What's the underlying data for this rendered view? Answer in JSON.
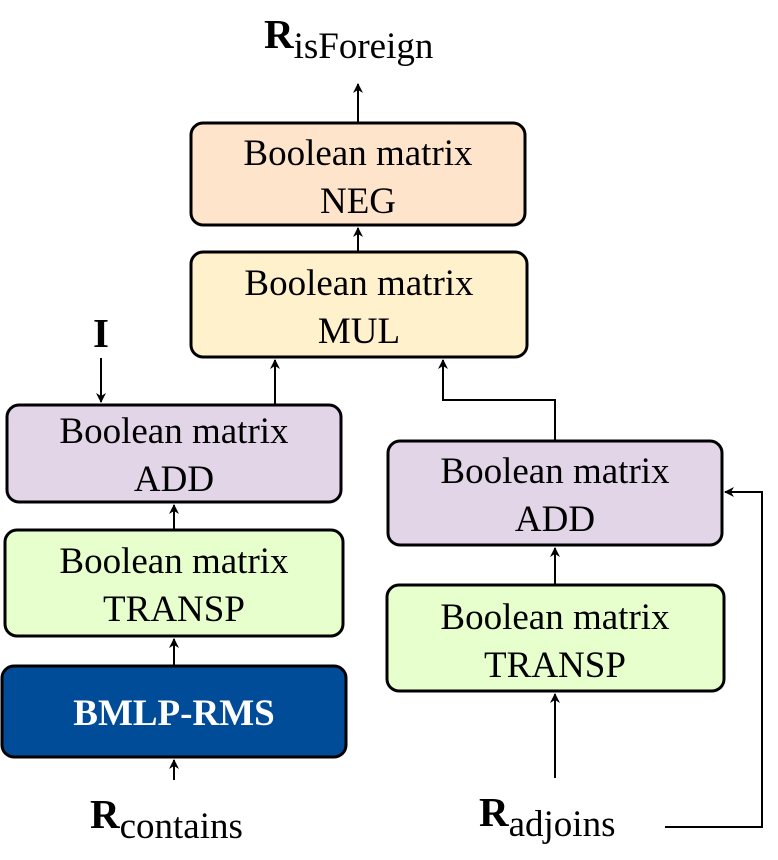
{
  "colors": {
    "neg_fill": "#ffe4cc",
    "mul_fill": "#fff1cc",
    "add_fill": "#e1d5e7",
    "transp_fill": "#e6ffcc",
    "bmlp_fill": "#004c99",
    "bmlp_text": "#ffffff"
  },
  "outputs": {
    "isForeign": {
      "main": "R",
      "sub": "isForeign"
    }
  },
  "inputs": {
    "identity": {
      "main": "I"
    },
    "contains": {
      "main": "R",
      "sub": "contains"
    },
    "adjoins": {
      "main": "R",
      "sub": "adjoins"
    }
  },
  "nodes": {
    "neg": {
      "line1": "Boolean matrix",
      "line2": "NEG"
    },
    "mul": {
      "line1": "Boolean matrix",
      "line2": "MUL"
    },
    "add_left": {
      "line1": "Boolean matrix",
      "line2": "ADD"
    },
    "transp_left": {
      "line1": "Boolean matrix",
      "line2": "TRANSP"
    },
    "bmlp": {
      "label": "BMLP-RMS"
    },
    "add_right": {
      "line1": "Boolean matrix",
      "line2": "ADD"
    },
    "transp_right": {
      "line1": "Boolean matrix",
      "line2": "TRANSP"
    }
  }
}
